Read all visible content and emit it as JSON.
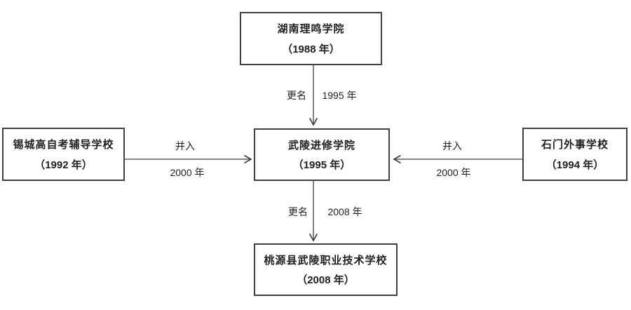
{
  "diagram": {
    "title": "school-history-flowchart",
    "colors": {
      "border": "#404040",
      "text": "#1f1f1f",
      "background": "#ffffff"
    },
    "nodes": {
      "top": {
        "name": "湖南理鸣学院",
        "year": "（1988 年）"
      },
      "center": {
        "name": "武陵进修学院",
        "year": "（1995 年）"
      },
      "left": {
        "name": "锡城高自考辅导学校",
        "year": "（1992 年）"
      },
      "right": {
        "name": "石门外事学校",
        "year": "（1994 年）"
      },
      "bottom": {
        "name": "桃源县武陵职业技术学校",
        "year": "（2008 年）"
      }
    },
    "edges": {
      "top_to_center": {
        "action": "更名",
        "year": "1995 年"
      },
      "left_to_center": {
        "action": "并入",
        "year": "2000 年"
      },
      "right_to_center": {
        "action": "并入",
        "year": "2000 年"
      },
      "center_to_bottom": {
        "action": "更名",
        "year": "2008 年"
      }
    }
  }
}
